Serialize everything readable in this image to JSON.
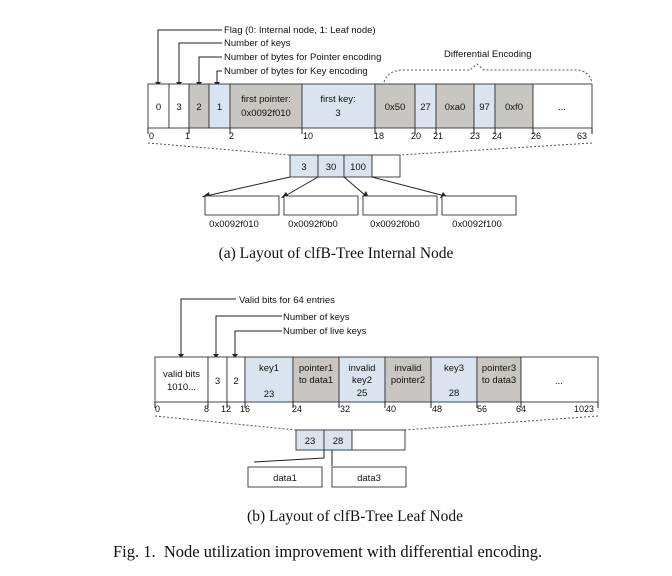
{
  "figure_a": {
    "annotations": {
      "flag": "Flag (0: Internal node, 1: Leaf node)",
      "num_keys": "Number of keys",
      "ptr_bytes": "Number of bytes for Pointer encoding",
      "key_bytes": "Number of bytes for Key encoding",
      "diff_enc": "Differential Encoding"
    },
    "cells": {
      "flag": "0",
      "keys": "3",
      "pbytes": "2",
      "kbytes": "1",
      "first_pointer_1": "first pointer:",
      "first_pointer_2": "0x0092f010",
      "first_key_1": "first key:",
      "first_key_2": "3",
      "d1": "0x50",
      "d2": "27",
      "d3": "0xa0",
      "d4": "97",
      "d5": "0xf0",
      "ellipsis": "..."
    },
    "offsets": [
      "0",
      "1",
      "2",
      "10",
      "18",
      "20",
      "21",
      "23",
      "24",
      "26",
      "63"
    ],
    "keys": [
      "3",
      "30",
      "100"
    ],
    "pointers": [
      "0x0092f010",
      "0x0092f0b0",
      "0x0092f0b0",
      "0x0092f100"
    ],
    "caption": "(a) Layout of clfB-Tree Internal Node"
  },
  "figure_b": {
    "annotations": {
      "valid_bits": "Valid bits for 64 entries",
      "num_keys": "Number of keys",
      "live_keys": "Number of live keys"
    },
    "cells": {
      "vb_1": "valid bits",
      "vb_2": "1010...",
      "keys": "3",
      "live": "2",
      "key1_1": "key1",
      "key1_2": "23",
      "p1_1": "pointer1",
      "p1_2": "to data1",
      "inv1_1": "invalid",
      "inv1_2": "key2",
      "inv1_3": "25",
      "inv2_1": "invalid",
      "inv2_2": "pointer2",
      "key3_1": "key3",
      "key3_2": "28",
      "p3_1": "pointer3",
      "p3_2": "to data3",
      "ellipsis": "..."
    },
    "offsets": [
      "0",
      "8",
      "12",
      "16",
      "24",
      "32",
      "40",
      "48",
      "56",
      "64",
      "1023"
    ],
    "keys": [
      "23",
      "28"
    ],
    "data": [
      "data1",
      "data3"
    ],
    "caption": "(b) Layout of clfB-Tree Leaf Node"
  },
  "fig_caption": "Fig. 1.  Node utilization improvement with differential encoding."
}
